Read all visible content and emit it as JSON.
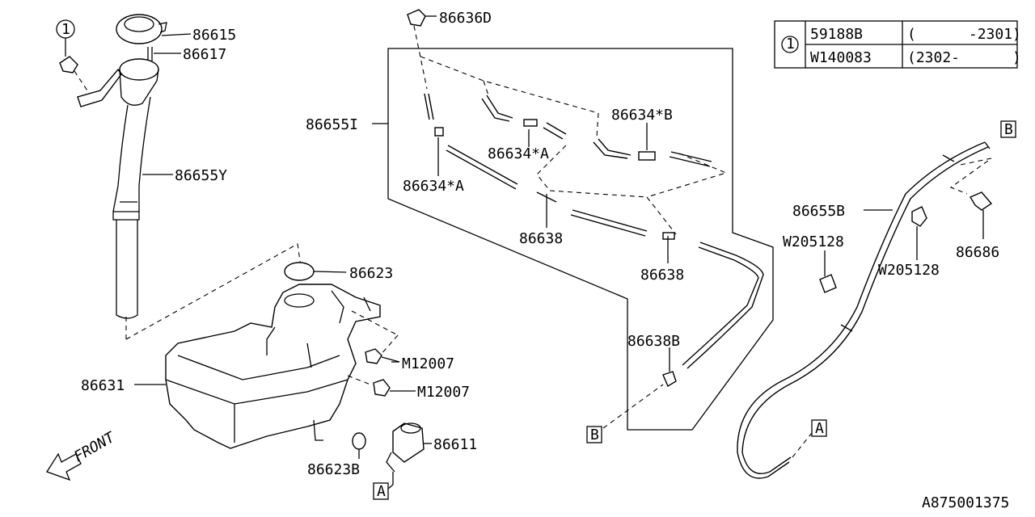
{
  "diagram_code": "A875001375",
  "front_label": "FRONT",
  "legend": {
    "circle_label": "1",
    "rows": [
      {
        "part": "59188B",
        "range": "(      -2301)"
      },
      {
        "part": "W140083",
        "range": "(2302-      )"
      }
    ]
  },
  "callouts": {
    "c86615": "86615",
    "c86617": "86617",
    "c86655Y": "86655Y",
    "c86623": "86623",
    "c86631": "86631",
    "c86623B": "86623B",
    "c86611": "86611",
    "cM12007a": "M12007",
    "cM12007b": "M12007",
    "c86636D": "86636D",
    "c86655I": "86655I",
    "c86634A1": "86634*A",
    "c86634A2": "86634*A",
    "c86634B": "86634*B",
    "c86638a": "86638",
    "c86638b": "86638",
    "c86638B": "86638B",
    "c86655B": "86655B",
    "cW205128a": "W205128",
    "cW205128b": "W205128",
    "c86686": "86686",
    "circle1": "1"
  },
  "refs": {
    "A1": "A",
    "A2": "A",
    "B1": "B",
    "B2": "B"
  }
}
